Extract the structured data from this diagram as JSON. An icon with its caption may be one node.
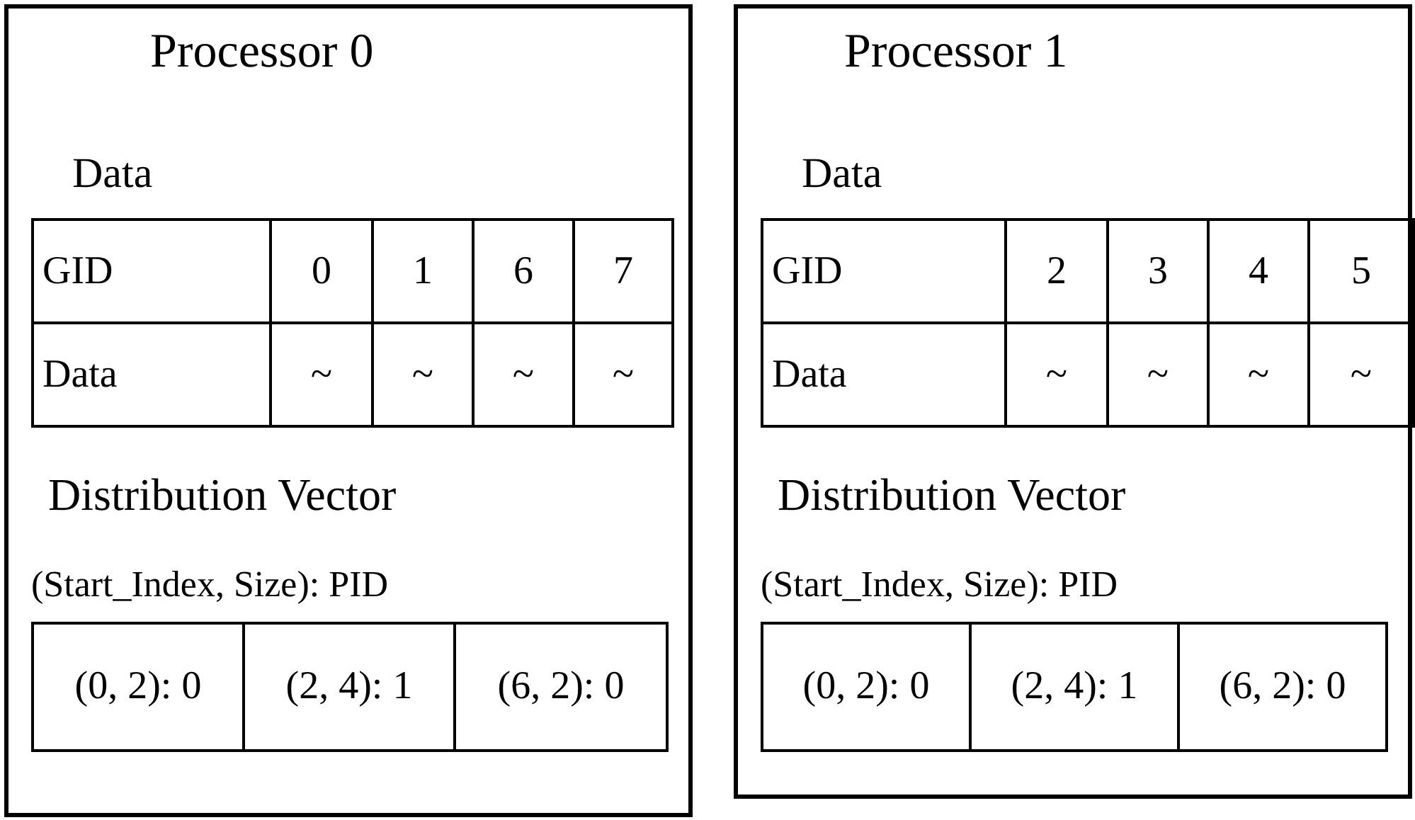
{
  "diagram": {
    "nodes": [
      {
        "text": [
          "Processor 0",
          "Data",
          "Distribution Vector",
          "(Start_Index, Size): PID"
        ]
      },
      {
        "text": [
          "GID"
        ],
        "in": 0
      },
      {
        "text": [
          "0"
        ],
        "in": 0
      },
      {
        "text": [
          "1"
        ],
        "in": 0
      },
      {
        "text": [
          "6"
        ],
        "in": 0
      },
      {
        "text": [
          "7"
        ],
        "in": 0
      },
      {
        "text": [
          "Data"
        ],
        "in": 0
      },
      {
        "text": [
          "~"
        ],
        "in": 0
      },
      {
        "text": [
          "~"
        ],
        "in": 0
      },
      {
        "text": [
          "~"
        ],
        "in": 0
      },
      {
        "text": [
          "~"
        ],
        "in": 0
      },
      {
        "text": [
          "(0, 2): 0"
        ],
        "in": 0
      },
      {
        "text": [
          "(2, 4): 1"
        ],
        "in": 0
      },
      {
        "text": [
          "(6, 2): 0"
        ],
        "in": 0
      },
      {
        "text": [
          "Processor 1",
          "Data",
          "Distribution Vector",
          "(Start_Index, Size): PID"
        ]
      },
      {
        "text": [
          "GID"
        ],
        "in": 14
      },
      {
        "text": [
          "2"
        ],
        "in": 14
      },
      {
        "text": [
          "3"
        ],
        "in": 14
      },
      {
        "text": [
          "4"
        ],
        "in": 14
      },
      {
        "text": [
          "5"
        ],
        "in": 14
      },
      {
        "text": [
          "Data"
        ],
        "in": 14
      },
      {
        "text": [
          "~"
        ],
        "in": 14
      },
      {
        "text": [
          "~"
        ],
        "in": 14
      },
      {
        "text": [
          "~"
        ],
        "in": 14
      },
      {
        "text": [
          "~"
        ],
        "in": 14
      },
      {
        "text": [
          "(0, 2): 0"
        ],
        "in": 14
      },
      {
        "text": [
          "(2, 4): 1"
        ],
        "in": 14
      },
      {
        "text": [
          "(6, 2): 0"
        ],
        "in": 14
      }
    ],
    "edges": []
  }
}
